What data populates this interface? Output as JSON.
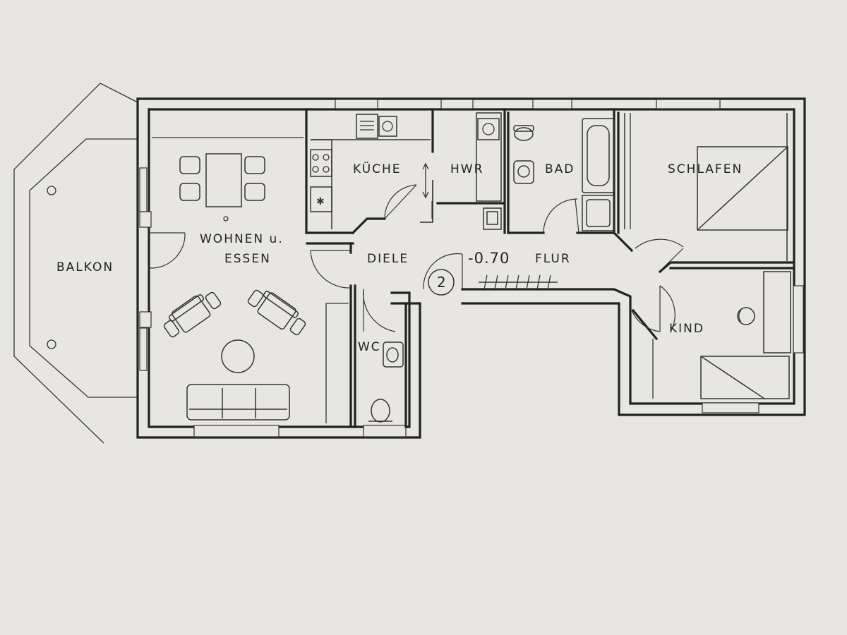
{
  "rooms": {
    "balkon": "BALKON",
    "wohnen_line1": "WOHNEN u.",
    "wohnen_line2": "ESSEN",
    "kueche": "KÜCHE",
    "hwr": "HWR",
    "bad": "BAD",
    "schlafen": "SCHLAFEN",
    "diele": "DIELE",
    "flur": "FLUR",
    "wc": "WC",
    "kind": "KIND"
  },
  "level": "-0.70",
  "unit_marker": "2",
  "colors": {
    "paper": "#e8e6e3",
    "ink": "#222222"
  }
}
